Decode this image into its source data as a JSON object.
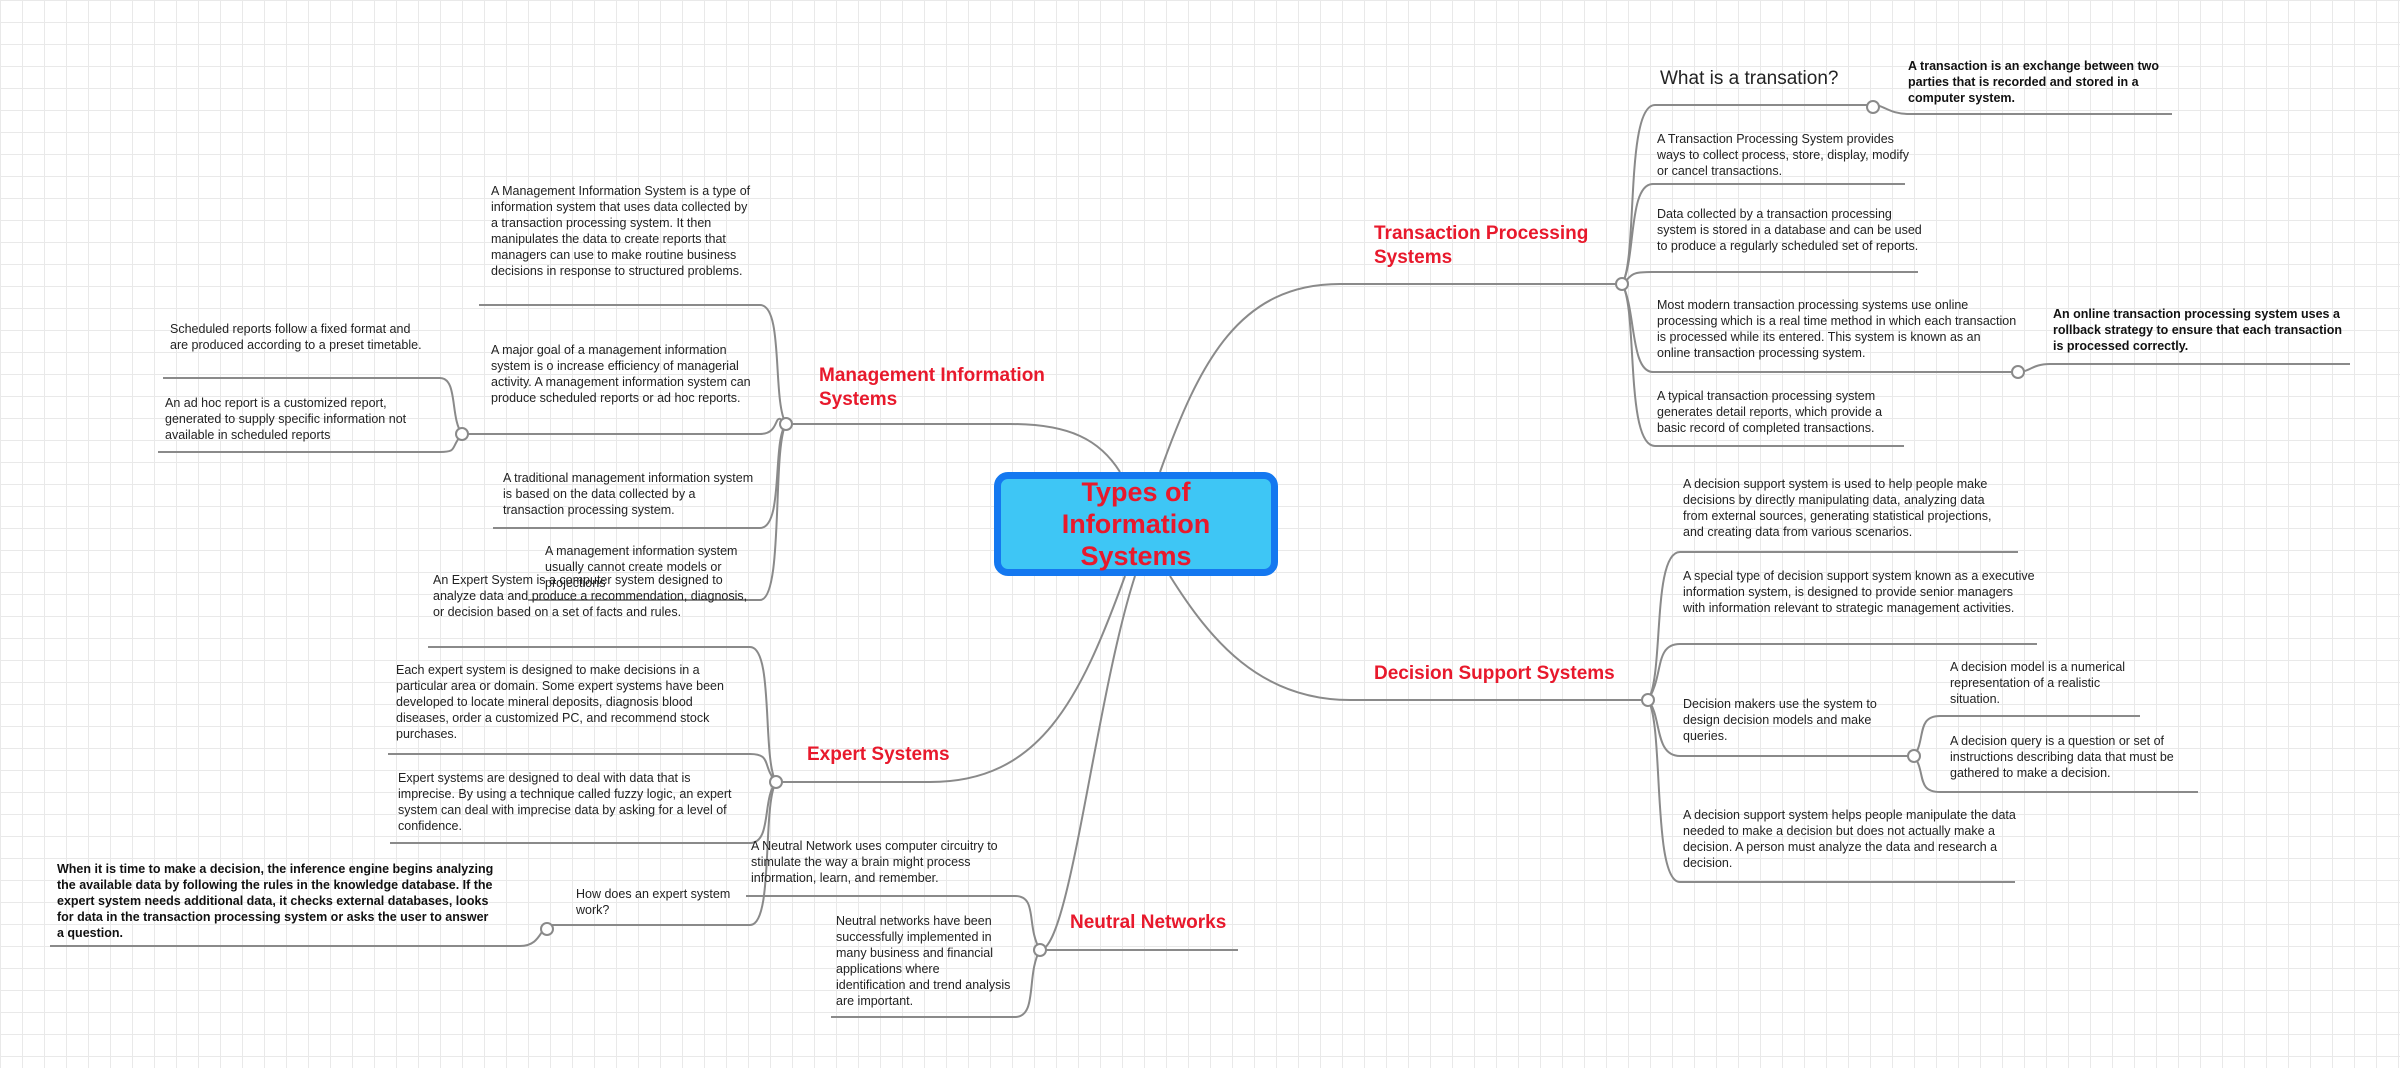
{
  "central": "Types of Information Systems",
  "tps": {
    "title": "Transaction Processing Systems",
    "question": "What is a transation?",
    "answer": "A transaction is an exchange between two parties that is recorded and stored in a computer system.",
    "n1": "A Transaction Processing System provides ways to collect process, store, display, modify or cancel transactions.",
    "n2": "Data collected by a transaction processing system is stored in a database and can be used to produce a regularly scheduled set of reports.",
    "n3": "Most modern transaction processing systems use online processing which is a real time method in which each transaction is processed while its entered.  This system is known as an online transaction processing system.",
    "n3_sub": "An online transaction processing system uses a rollback strategy to ensure that each transaction is processed correctly.",
    "n4": "A typical transaction processing system generates detail reports, which provide a basic record of completed transactions."
  },
  "dss": {
    "title": "Decision Support Systems",
    "n1": "A decision support system is used to help people make decisions by directly manipulating data, analyzing data from external sources, generating statistical projections, and creating data from various scenarios.",
    "n2": "A special type of decision support system known as a executive information system, is designed to provide senior managers with information relevant to strategic management activities.",
    "n3": "Decision makers use the system to design decision models and make queries.",
    "n3_sub1": "A decision model is a numerical representation of a realistic situation.",
    "n3_sub2": "A decision query is a question or set of instructions describing data that must be gathered to make a decision.",
    "n4": "A decision support system helps people manipulate the data needed to make a decision but does not actually make a decision.  A person must analyze the data and research a decision."
  },
  "mis": {
    "title": "Management Information Systems",
    "n1": "A Management Information System is a type of information system that uses data collected by a transaction processing system.  It then manipulates the data to create reports that managers can use to make routine business decisions in response to structured problems.",
    "n2": "A major goal of a management information system is o increase efficiency of managerial activity.  A management information system can produce scheduled reports or ad hoc reports.",
    "n2_sub1": "Scheduled reports follow a fixed format and are produced according to a preset timetable.",
    "n2_sub2": "An ad hoc report is a customized report, generated to supply specific information not available in scheduled reports",
    "n3": "A traditional management information system is based on the data collected by a transaction processing system.",
    "n4": "A management information system usually cannot create models or projections"
  },
  "es": {
    "title": "Expert Systems",
    "n1": "An Expert System is a computer system designed to analyze data and produce a recommendation, diagnosis, or decision based on a set of facts and rules.",
    "n2": "Each expert system is designed to make decisions in a particular area or domain.  Some expert systems have been developed to locate mineral deposits, diagnosis blood diseases, order a customized PC, and recommend stock purchases.",
    "n3": "Expert systems are designed to deal with data that is imprecise.  By using a technique called fuzzy logic, an expert system can deal with imprecise data by asking for a level of confidence.",
    "n4": "How does an expert system work?",
    "n4_sub": "When it is time to make a decision, the inference engine begins analyzing the available data by following the rules in the knowledge database.  If the expert system needs additional data, it checks external databases, looks for data in the transaction processing system or asks the user to answer a question."
  },
  "nn": {
    "title": "Neutral Networks",
    "n1": "A Neutral Network uses computer circuitry to stimulate the way a brain might process information, learn, and remember.",
    "n2": "Neutral networks have been successfully implemented in many business and financial applications where identification and trend analysis are important."
  }
}
